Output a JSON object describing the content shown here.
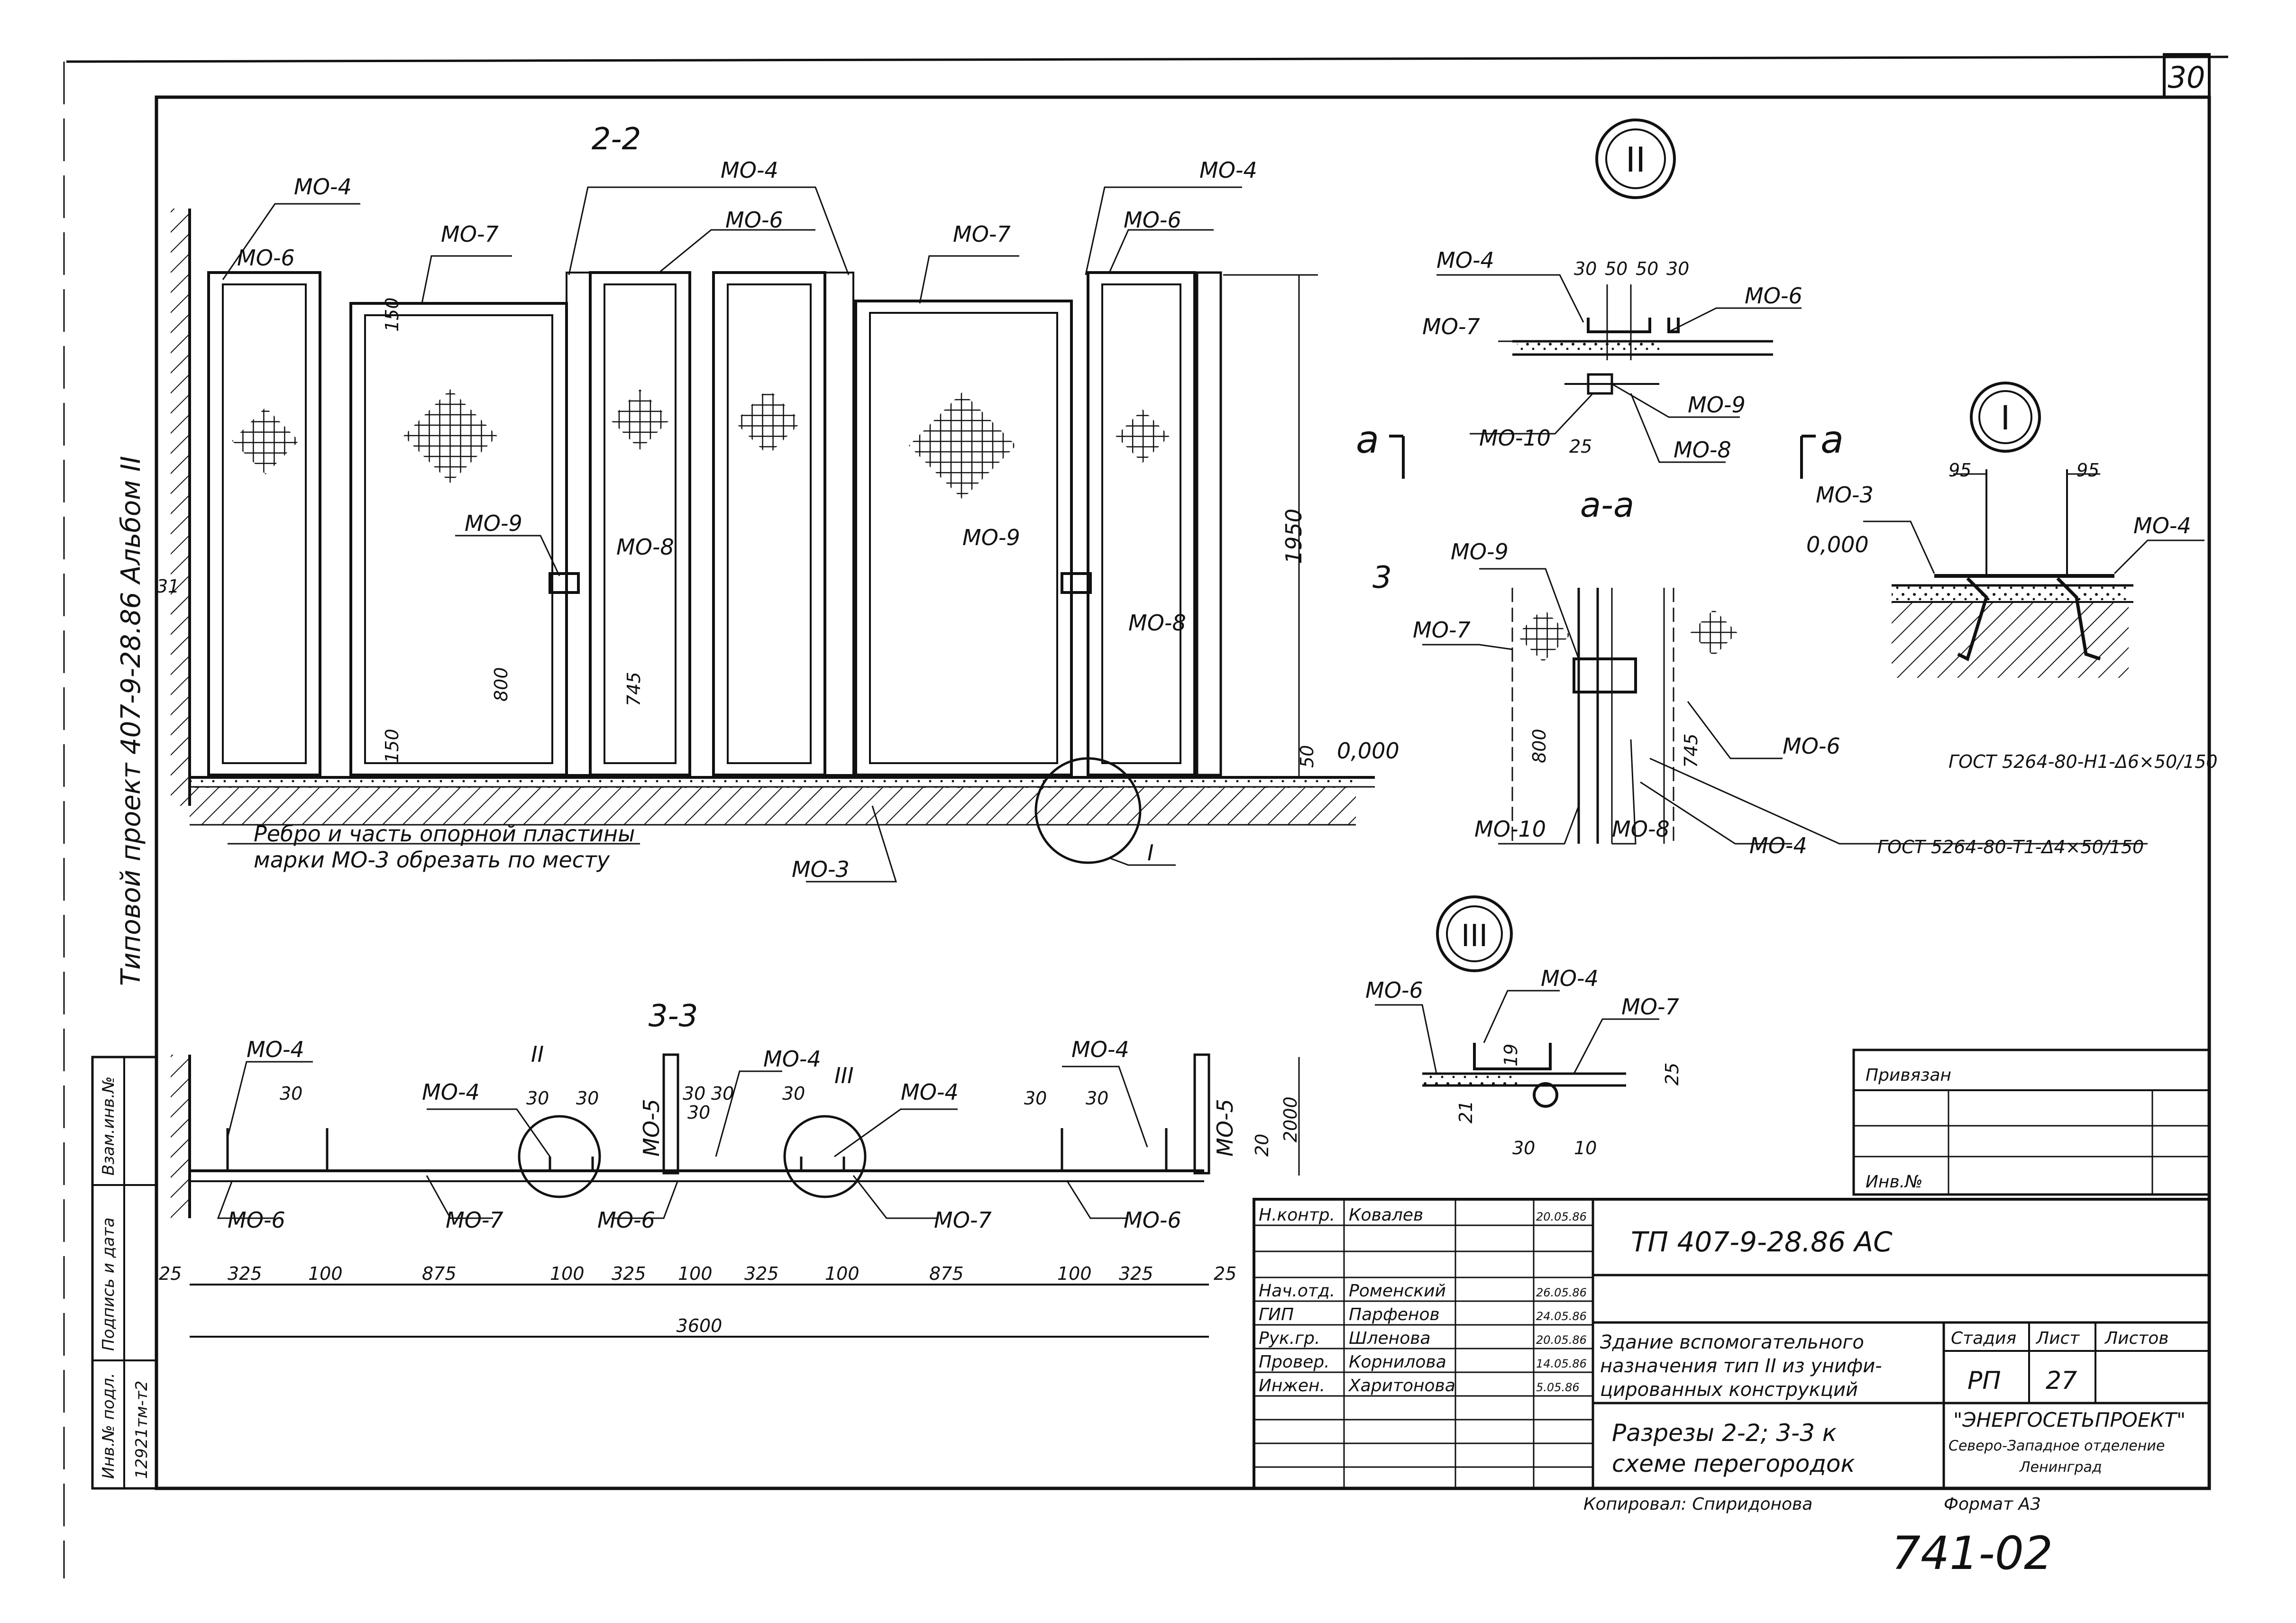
{
  "sheet": {
    "number": "30",
    "stamp": "741-02",
    "copied_by": "Копировал: Спиридонова",
    "format": "Формат А3"
  },
  "side_strip": {
    "project": "Типовой проект 407-9-28.86 Альбом II",
    "inv_label": "Инв.№ подл.",
    "inv_value": "12921тм-т2",
    "sign_date": "Подпись и дата",
    "vzam": "Взам.инв.№"
  },
  "section_2_2": {
    "title": "2-2",
    "labels": [
      "МО-4",
      "МО-6",
      "МО-7",
      "МО-4",
      "МО-6",
      "МО-7",
      "МО-4",
      "МО-6",
      "МО-9",
      "МО-8",
      "МО-9",
      "МО-8",
      "МО-3"
    ],
    "dims": [
      "150",
      "150",
      "800",
      "745",
      "1950",
      "50"
    ],
    "level": "0,000",
    "marker_side": "31",
    "cut_mark": "3",
    "detail_ref": "I",
    "note_line1": "Ребро и часть опорной пластины",
    "note_line2": "марки МО-3 обрезать по месту"
  },
  "node_II": {
    "numeral": "II",
    "labels": [
      "МО-4",
      "МО-7",
      "МО-6",
      "МО-9",
      "МО-10",
      "МО-8"
    ],
    "dims": [
      "30",
      "50",
      "50",
      "30",
      "25"
    ],
    "cut_left": "а",
    "cut_right": "а"
  },
  "section_a_a": {
    "title": "а-а",
    "labels": [
      "МО-9",
      "МО-7",
      "МО-6",
      "МО-10",
      "МО-8",
      "МО-4"
    ],
    "dims": [
      "800",
      "745"
    ],
    "gost": "ГОСТ 5264-80-Т1-Δ4×50/150"
  },
  "node_I": {
    "numeral": "I",
    "labels": [
      "МО-3",
      "МО-4"
    ],
    "dims": [
      "95",
      "95"
    ],
    "level": "0,000",
    "gost": "ГОСТ 5264-80-Н1-Δ6×50/150"
  },
  "node_III": {
    "numeral": "III",
    "labels": [
      "МО-6",
      "МО-4",
      "МО-7"
    ],
    "dims": [
      "19",
      "25",
      "21",
      "30",
      "10"
    ]
  },
  "section_3_3": {
    "title": "3-3",
    "labels": [
      "МО-4",
      "МО-4",
      "МО-5",
      "МО-4",
      "МО-4",
      "МО-4",
      "МО-5",
      "МО-6",
      "МО-7",
      "МО-6",
      "МО-7",
      "МО-6"
    ],
    "node_refs": [
      "II",
      "III"
    ],
    "small_dims": [
      "30",
      "30",
      "30",
      "30",
      "30",
      "30",
      "30",
      "30",
      "30"
    ],
    "right_dims": [
      "20",
      "2000"
    ],
    "bottom_dims": [
      "25",
      "325",
      "100",
      "875",
      "100",
      "325",
      "100",
      "325",
      "100",
      "875",
      "100",
      "325",
      "25"
    ],
    "total": "3600"
  },
  "title_block": {
    "privyazan": "Привязан",
    "inv_no": "Инв.№",
    "code": "ТП 407-9-28.86 АС",
    "staff": [
      {
        "role": "Н.контр.",
        "name": "Ковалев",
        "date": "20.05.86"
      },
      {
        "role": "Нач.отд.",
        "name": "Роменский",
        "date": "26.05.86"
      },
      {
        "role": "ГИП",
        "name": "Парфенов",
        "date": "24.05.86"
      },
      {
        "role": "Рук.гр.",
        "name": "Шленова",
        "date": "20.05.86"
      },
      {
        "role": "Провер.",
        "name": "Корнилова",
        "date": "14.05.86"
      },
      {
        "role": "Инжен.",
        "name": "Харитонова",
        "date": "5.05.86"
      }
    ],
    "building": [
      "Здание вспомогательного",
      "назначения тип II из унифи-",
      "цированных конструкций"
    ],
    "sheet_title": [
      "Разрезы 2-2; 3-3 к",
      "схеме перегородок"
    ],
    "stage_label": "Стадия",
    "list_label": "Лист",
    "lists_label": "Листов",
    "stage": "РП",
    "list": "27",
    "org": [
      "\"ЭНЕРГОСЕТЬПРОЕКТ\"",
      "Северо-Западное отделение",
      "Ленинград"
    ]
  }
}
